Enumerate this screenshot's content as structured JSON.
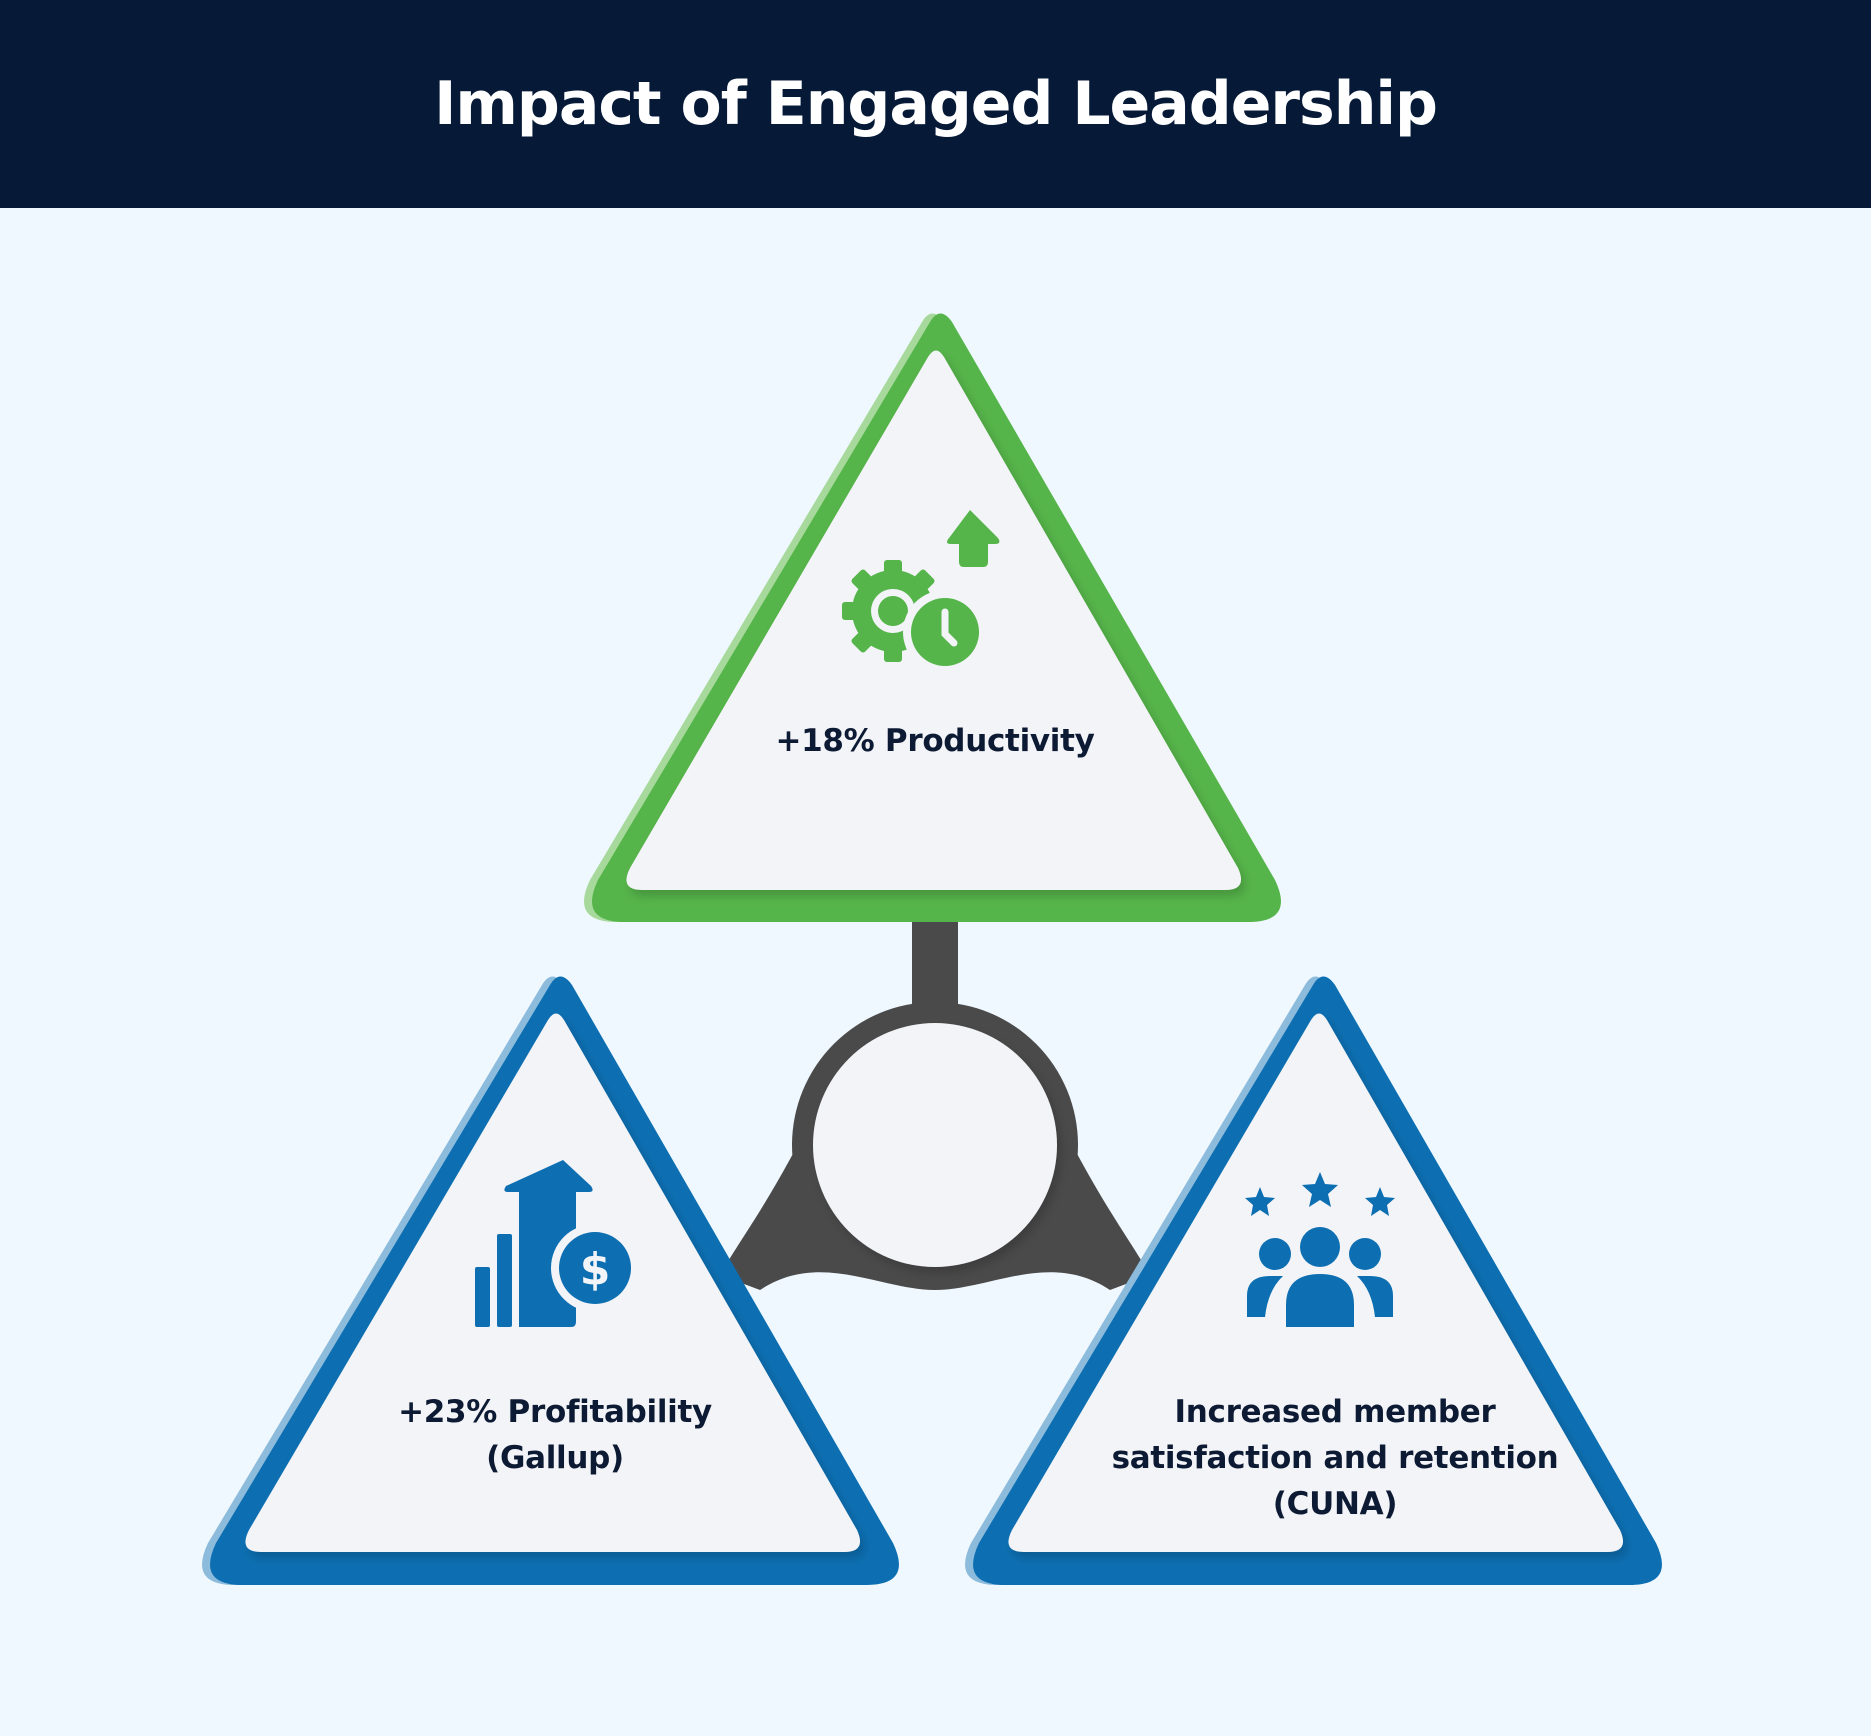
{
  "title": "Impact of Engaged Leadership",
  "colors": {
    "header_bg": "#061a38",
    "page_bg": "#eff8fe",
    "green": "#56b54a",
    "green_light": "#a6d99b",
    "blue": "#0d6fb2",
    "blue_light": "#8dbbdc",
    "connector": "#4a4a4a",
    "panel": "#f3f4f8",
    "text": "#0d1a33"
  },
  "items": [
    {
      "id": "productivity",
      "icon": "gear-clock-up-arrow-icon",
      "color": "green",
      "line1": "+18% Productivity"
    },
    {
      "id": "profitability",
      "icon": "bar-chart-dollar-up-arrow-icon",
      "color": "blue",
      "line1": "+23% Profitability",
      "line2": "(Gallup)"
    },
    {
      "id": "satisfaction",
      "icon": "group-three-stars-icon",
      "color": "blue",
      "line1": "Increased member",
      "line2": "satisfaction and retention",
      "line3": "(CUNA)"
    }
  ]
}
